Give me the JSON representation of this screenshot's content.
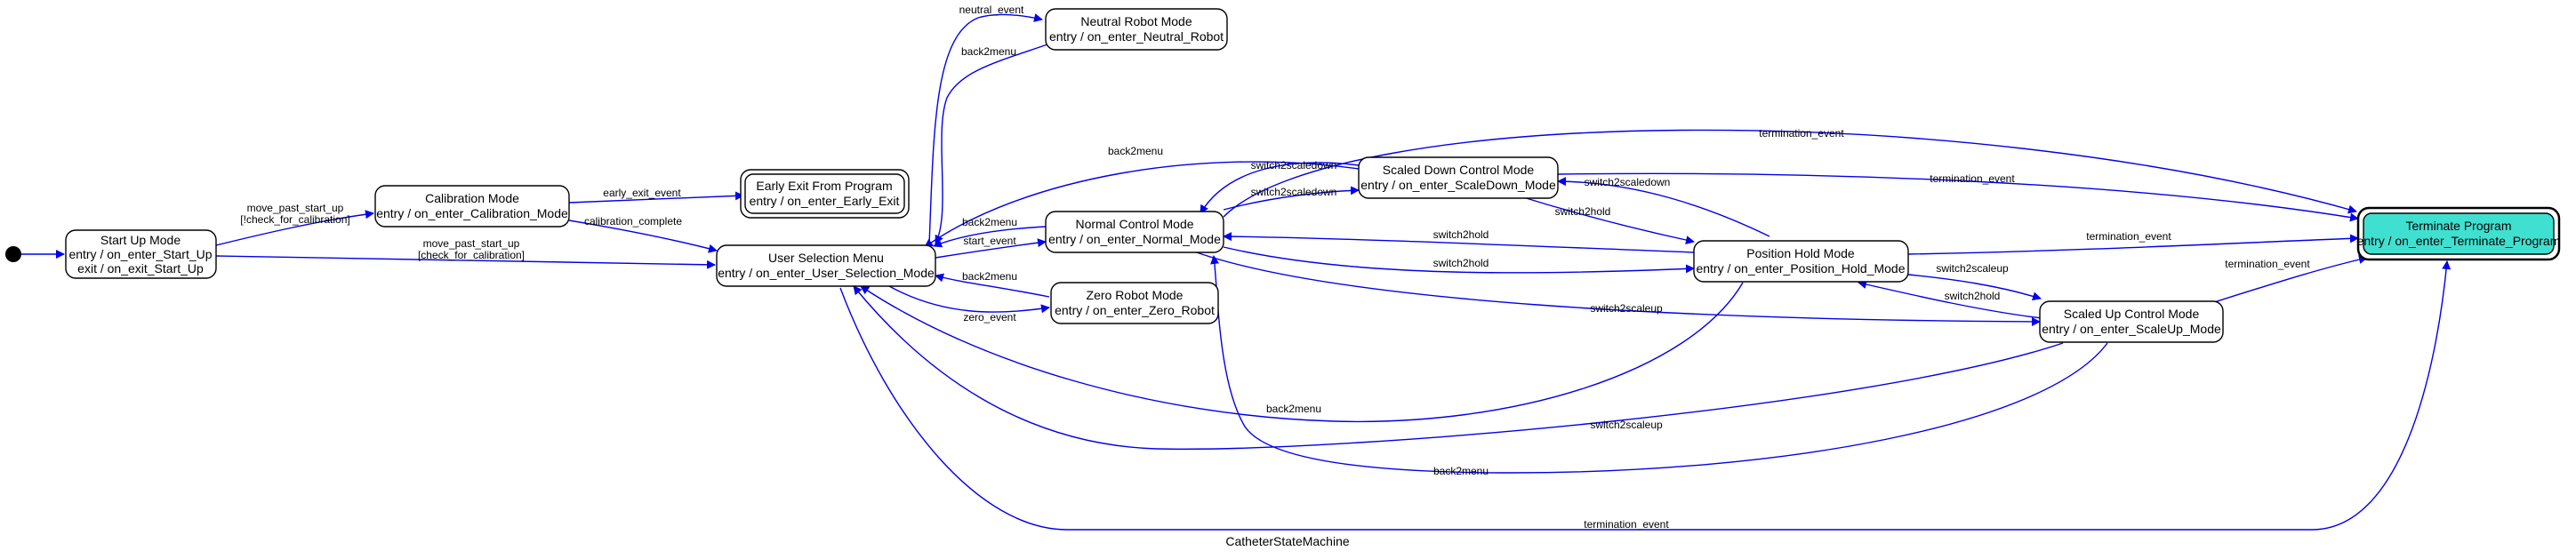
{
  "diagram": {
    "caption": "CatheterStateMachine",
    "colors": {
      "edge": "#0000ee",
      "final_fill": "#40e0d0",
      "node_stroke": "#000000"
    },
    "nodes": {
      "start_up": [
        "Start Up Mode",
        "entry / on_enter_Start_Up",
        "exit / on_exit_Start_Up"
      ],
      "calibration": [
        "Calibration Mode",
        "entry / on_enter_Calibration_Mode"
      ],
      "early_exit": [
        "Early Exit From Program",
        "entry / on_enter_Early_Exit"
      ],
      "user_selection": [
        "User Selection Menu",
        "entry / on_enter_User_Selection_Mode"
      ],
      "neutral": [
        "Neutral Robot Mode",
        "entry / on_enter_Neutral_Robot"
      ],
      "normal": [
        "Normal Control Mode",
        "entry / on_enter_Normal_Mode"
      ],
      "zero": [
        "Zero Robot Mode",
        "entry / on_enter_Zero_Robot"
      ],
      "scaled_down": [
        "Scaled Down Control Mode",
        "entry / on_enter_ScaleDown_Mode"
      ],
      "position_hold": [
        "Position Hold Mode",
        "entry / on_enter_Position_Hold_Mode"
      ],
      "scaled_up": [
        "Scaled Up Control Mode",
        "entry / on_enter_ScaleUp_Mode"
      ],
      "terminate": [
        "Terminate Program",
        "entry / on_enter_Terminate_Program"
      ]
    },
    "edge_labels": {
      "start_to_cal": [
        "move_past_start_up",
        "[!check_for_calibration]"
      ],
      "start_to_user": [
        "move_past_start_up",
        "[check_for_calibration]"
      ],
      "early_exit_event": "early_exit_event",
      "calibration_complete": "calibration_complete",
      "neutral_event": "neutral_event",
      "neutral_back2menu": "back2menu",
      "top_back2menu": "back2menu",
      "normal_back2menu": "back2menu",
      "start_event": "start_event",
      "zero_back2menu": "back2menu",
      "zero_event": "zero_event",
      "termination_top": "termination_event",
      "sd_to_normal": "switch2scaledown",
      "normal_to_sd": "switch2scaledown",
      "sd_termination": "termination_event",
      "sd_to_ph": "switch2hold",
      "ph_to_sd": "switch2scaledown",
      "ph_to_normal": "switch2hold",
      "normal_to_ph": "switch2hold",
      "ph_termination": "termination_event",
      "ph_to_su": "switch2scaleup",
      "su_to_ph": "switch2hold",
      "normal_to_su": "switch2scaleup",
      "su_termination": "termination_event",
      "ph_back2menu": "back2menu",
      "su_to_user": "switch2scaleup",
      "su_back2menu": "back2menu",
      "user_termination": "termination_event"
    }
  }
}
